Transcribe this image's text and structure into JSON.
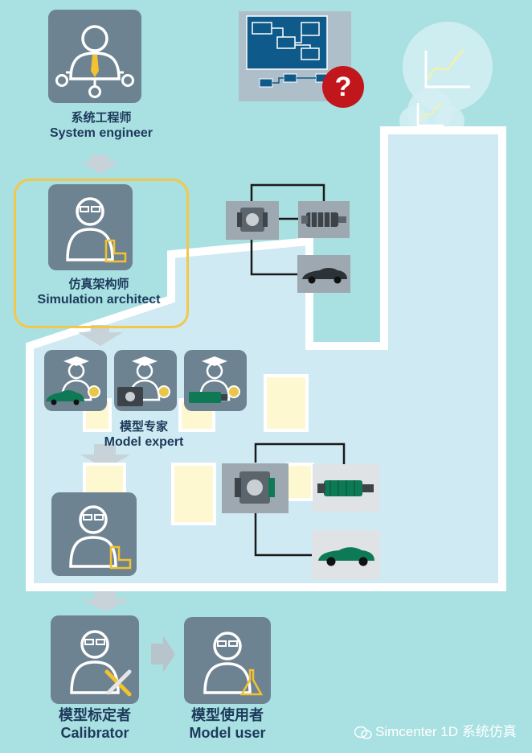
{
  "roles": {
    "system_engineer": {
      "zh": "系统工程师",
      "en": "System engineer"
    },
    "simulation_architect": {
      "zh": "仿真架构师",
      "en": "Simulation architect"
    },
    "model_expert": {
      "zh": "模型专家",
      "en": "Model expert"
    },
    "calibrator": {
      "zh": "模型标定者",
      "en": "Calibrator"
    },
    "model_user": {
      "zh": "模型使用者",
      "en": "Model user"
    }
  },
  "watermark": {
    "text": "Simcenter 1D 系统仿真"
  },
  "colors": {
    "background": "#a9e0e2",
    "factory_fill": "#cfeaf2",
    "role_tile": "#6e8391",
    "highlight_border": "#f2c84b",
    "label_text": "#1c3a5a",
    "question_badge": "#c0161c",
    "diagram_blue": "#0e5a8a",
    "car_green": "#0d7a55"
  },
  "icons": [
    "person-glasses-icon",
    "tie-icon",
    "ruler-icon",
    "graduation-cap-icon",
    "award-badge-icon",
    "wrench-screwdriver-icon",
    "flask-icon",
    "question-icon",
    "engine-icon",
    "gearbox-icon",
    "car-icon",
    "chart-icon",
    "down-arrow-icon",
    "right-arrow-icon",
    "wechat-icon"
  ]
}
